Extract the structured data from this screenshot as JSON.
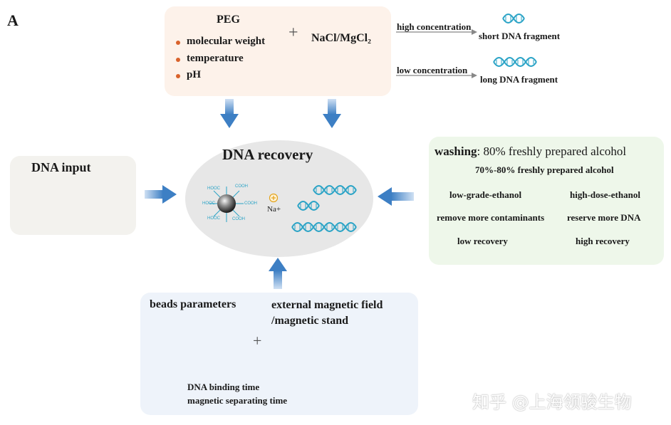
{
  "panel_letter": "A",
  "peg": {
    "title": "PEG",
    "items": [
      "molecular weight",
      "temperature",
      "pH"
    ],
    "plus": "+",
    "salt": "NaCl/MgCl₂"
  },
  "concentration": {
    "high_label": "high concentration",
    "high_result": "short DNA fragment",
    "low_label": "low concentration",
    "low_result": "long DNA fragment"
  },
  "dna_input": {
    "title": "DNA input"
  },
  "recovery": {
    "title": "DNA recovery",
    "ion_label": "Na+",
    "bead_group_label": "COOH",
    "bead_group_label_rev": "HOOC"
  },
  "washing": {
    "title_bold": "washing",
    "title_rest": ": 80% freshly prepared alcohol",
    "subtitle": "70%-80% freshly prepared alcohol",
    "left": {
      "condition": "low-grade-ethanol",
      "effect": "remove more contaminants",
      "result": "low recovery"
    },
    "right": {
      "condition": "high-dose-ethanol",
      "effect": "reserve more DNA",
      "result": "high recovery"
    }
  },
  "beads": {
    "title": "beads parameters",
    "magnet_line1": "external magnetic field",
    "magnet_line2": "/magnetic stand",
    "plus": "+",
    "items": [
      "DNA binding time",
      "magnetic separating time"
    ]
  },
  "watermark": "知乎 @上海领骏生物",
  "colors": {
    "dna": "#2aa3c6",
    "arrow": "#3d7fc4",
    "peg_bullet": "#d9622b",
    "wash_bullet": "#59c95f",
    "magnet_red": "#d3352b",
    "magnet_blue": "#2f5bd0"
  }
}
